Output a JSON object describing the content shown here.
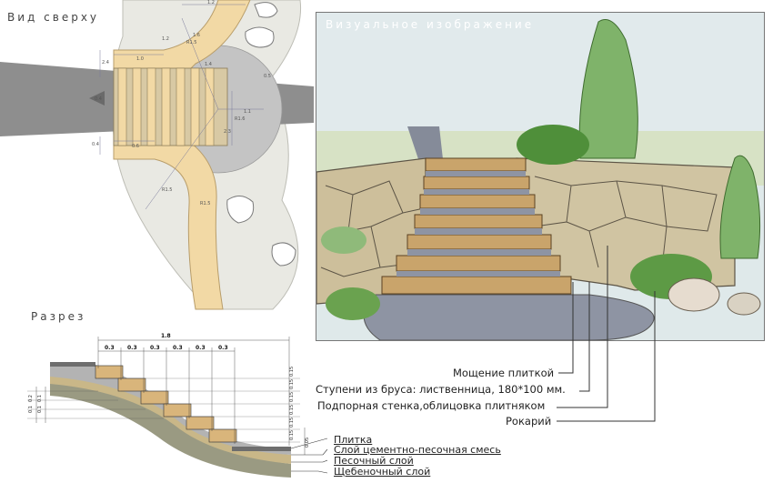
{
  "top_view": {
    "title": "Вид сверху",
    "dims": [
      "1.2",
      "1.2",
      "2.4",
      "1.6",
      "1.4",
      "1.0",
      "0.4",
      "0.6",
      "1.1",
      "2.3",
      "0.4",
      "R1.6",
      "R1.5",
      "R1.5",
      "R1.5",
      "0.5"
    ]
  },
  "visual": {
    "title": "Визуальное изображение"
  },
  "section": {
    "title": "Разрез",
    "total_width": "1.8",
    "step_widths": [
      "0.3",
      "0.3",
      "0.3",
      "0.3",
      "0.3",
      "0.3"
    ],
    "step_heights": [
      "0.15",
      "0.15",
      "0.15",
      "0.15",
      "0.15",
      "0.15"
    ],
    "left_dims": [
      "0.2",
      "0.1",
      "0.1",
      "0.1"
    ],
    "right_dim": "0.05",
    "layers": [
      {
        "label": "Плитка"
      },
      {
        "label": "Слой цементно-песочная смесь"
      },
      {
        "label": "Песочный слой"
      },
      {
        "label": "Щебеночный слой"
      }
    ]
  },
  "legend": [
    {
      "label": "Мощение плиткой"
    },
    {
      "label": "Ступени из бруса: лиственница, 180*100 мм."
    },
    {
      "label": "Подпорная стенка,облицовка плитняком"
    },
    {
      "label": "Рокарий"
    }
  ],
  "colors": {
    "path": "#f2d9a5",
    "plaza": "#c6c6c6",
    "road": "#8f8f8f",
    "lawn": "#e8e8e2",
    "wood": "#c9a46b",
    "stone": "#cbbf9c",
    "paving": "#8e94a3",
    "sky": "#dfe9ea"
  }
}
